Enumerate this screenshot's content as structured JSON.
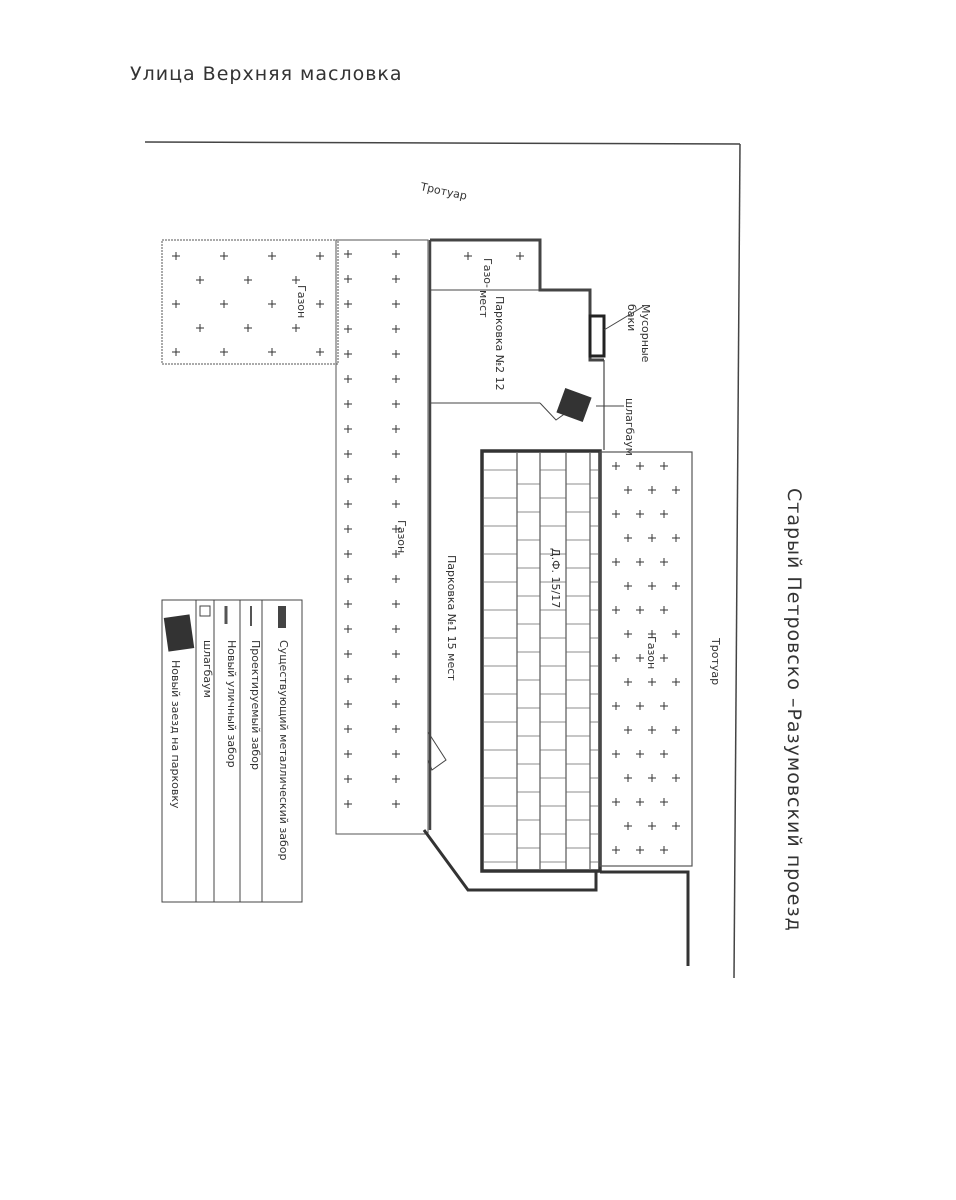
{
  "title": "Улица  Верхняя  масловка",
  "street_right": "Старый  Петровско  –Разумовский  проезд",
  "labels": {
    "sidewalk_top": "Тротуар",
    "sidewalk_right": "Тротуар",
    "lawn_topleft": "Газон",
    "lawn_left": "Газон",
    "lawn_right": "Газон",
    "lawn_small": "Газо-",
    "parking2_line1": "Парковка №2 12",
    "parking2_line2": "мест",
    "trash_line1": "Мусорные",
    "trash_line2": "баки",
    "gate": "шлагбаум",
    "parking15": "Парковка №1 15 мест",
    "house": "Д.Ф. 15/17"
  },
  "legend": {
    "items": [
      "Существующий металлический забор",
      "Проектируемый забор",
      "Новый уличный забор",
      "шлагбаум",
      "Новый заезд на парковку"
    ]
  }
}
